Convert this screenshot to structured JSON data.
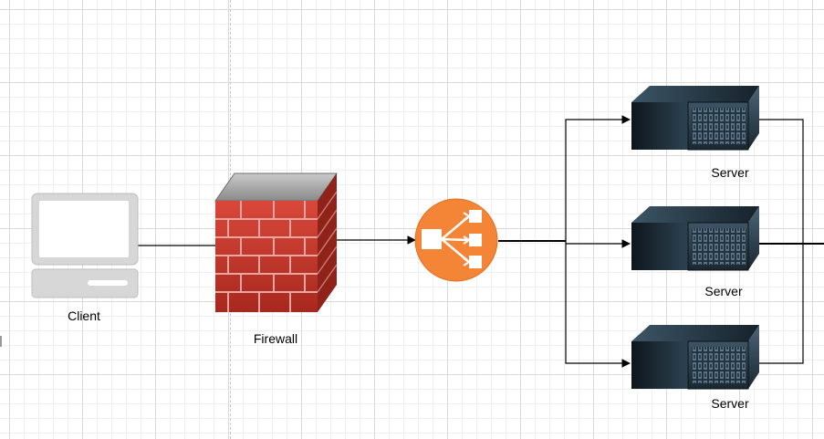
{
  "nodes": {
    "client": {
      "label": "Client",
      "icon": "desktop-computer-icon"
    },
    "firewall": {
      "label": "Firewall",
      "icon": "brick-firewall-icon"
    },
    "load_balancer": {
      "label": "",
      "icon": "load-balancer-icon",
      "color": "#f58536"
    },
    "server_top": {
      "label": "Server",
      "icon": "rack-server-icon"
    },
    "server_middle": {
      "label": "Server",
      "icon": "rack-server-icon"
    },
    "server_bottom": {
      "label": "Server",
      "icon": "rack-server-icon"
    }
  },
  "colors": {
    "connector": "#000000",
    "brick": "#c0392b",
    "mortar": "#e8a7a0",
    "server_dark": "#1f2e3a"
  }
}
